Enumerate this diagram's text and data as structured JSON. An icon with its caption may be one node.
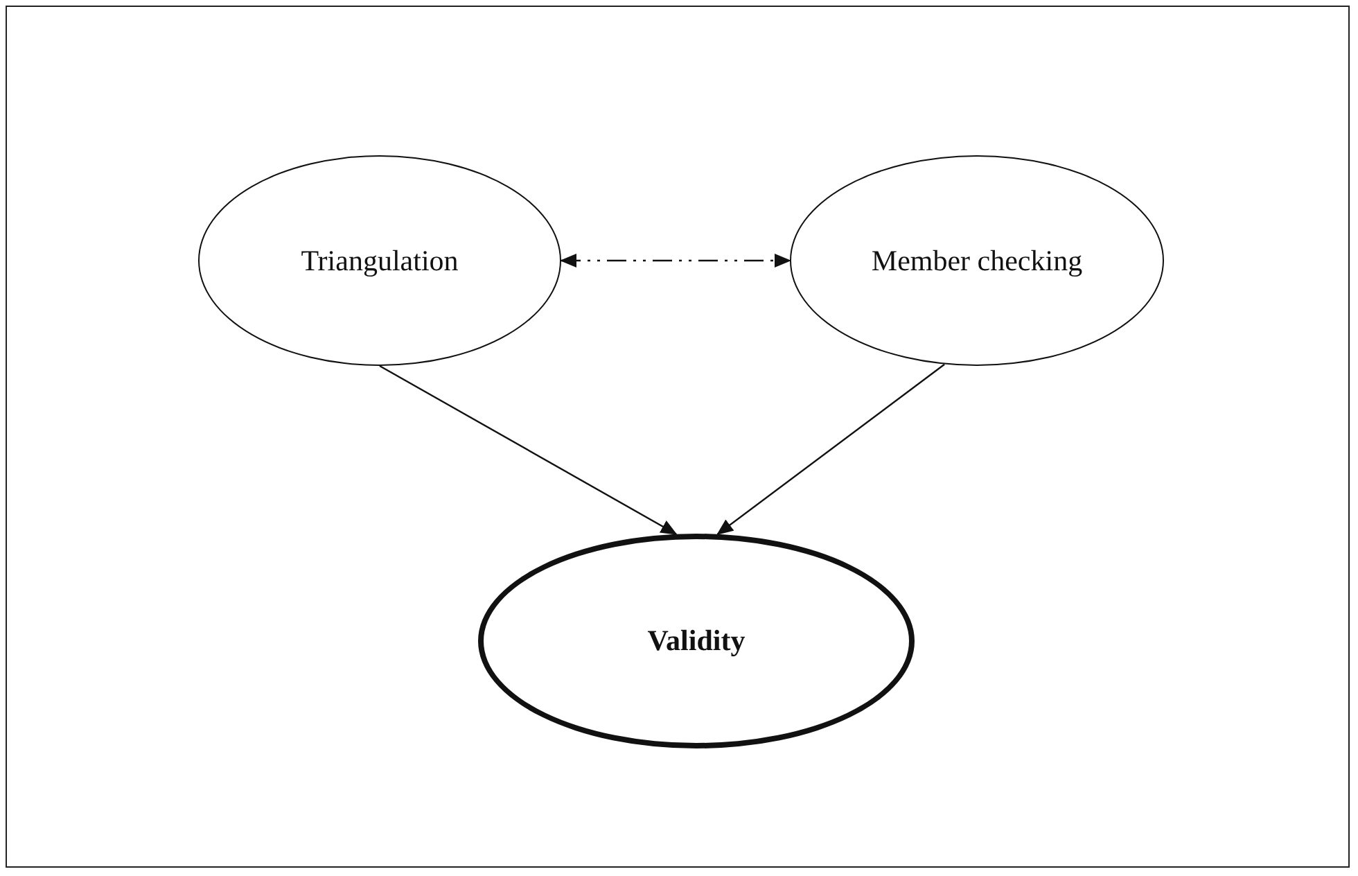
{
  "diagram": {
    "nodes": [
      {
        "text": [
          "Triangulation"
        ]
      },
      {
        "text": [
          "Member checking"
        ]
      },
      {
        "text": [
          "Validity"
        ]
      }
    ],
    "edges": [
      {
        "from": 0,
        "to": 1,
        "arrow": "both",
        "style": "dashed"
      },
      {
        "from": 0,
        "to": 2,
        "arrow": "to"
      },
      {
        "from": 1,
        "to": 2,
        "arrow": "to"
      }
    ]
  }
}
